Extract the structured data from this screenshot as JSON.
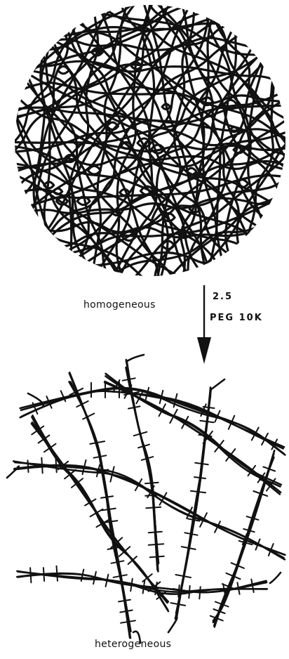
{
  "diagram": {
    "states": {
      "before": {
        "label": "homogeneous"
      },
      "after": {
        "label": "heterogeneous"
      }
    },
    "transition": {
      "line1": "2.5",
      "line2": "PEG 10K"
    },
    "colors": {
      "ink": "#111111",
      "background": "#ffffff"
    }
  }
}
